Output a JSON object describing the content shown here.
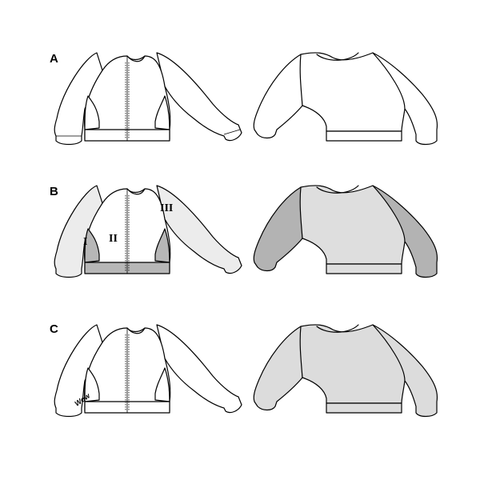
{
  "views": [
    {
      "label": "A",
      "front": {
        "body_color": "#ffffff",
        "sleeve_color": "#ffffff",
        "side_panel_color": "#ffffff"
      },
      "back": {
        "body_color": "#dcdcdc",
        "sleeve_color": "#dcdcdc",
        "side_panel_color": "#dcdcdc"
      }
    },
    {
      "label": "B",
      "panel_labels": [
        "I",
        "II",
        "III"
      ],
      "front": {
        "body_color": "#ffffff",
        "sleeve_color": "#ececec",
        "side_panel_color": "#b7b7b7"
      },
      "back": {
        "body_color": "#dedede",
        "sleeve_color": "#b3b3b3",
        "side_panel_color": "#b3b3b3"
      }
    },
    {
      "label": "C",
      "print_text": "Wow",
      "front": {
        "body_color": "#ffffff",
        "sleeve_color": "#ffffff",
        "side_panel_color": "#ffffff"
      },
      "back": {
        "body_color": "#dcdcdc",
        "sleeve_color": "#dcdcdc",
        "side_panel_color": "#dcdcdc"
      }
    }
  ]
}
